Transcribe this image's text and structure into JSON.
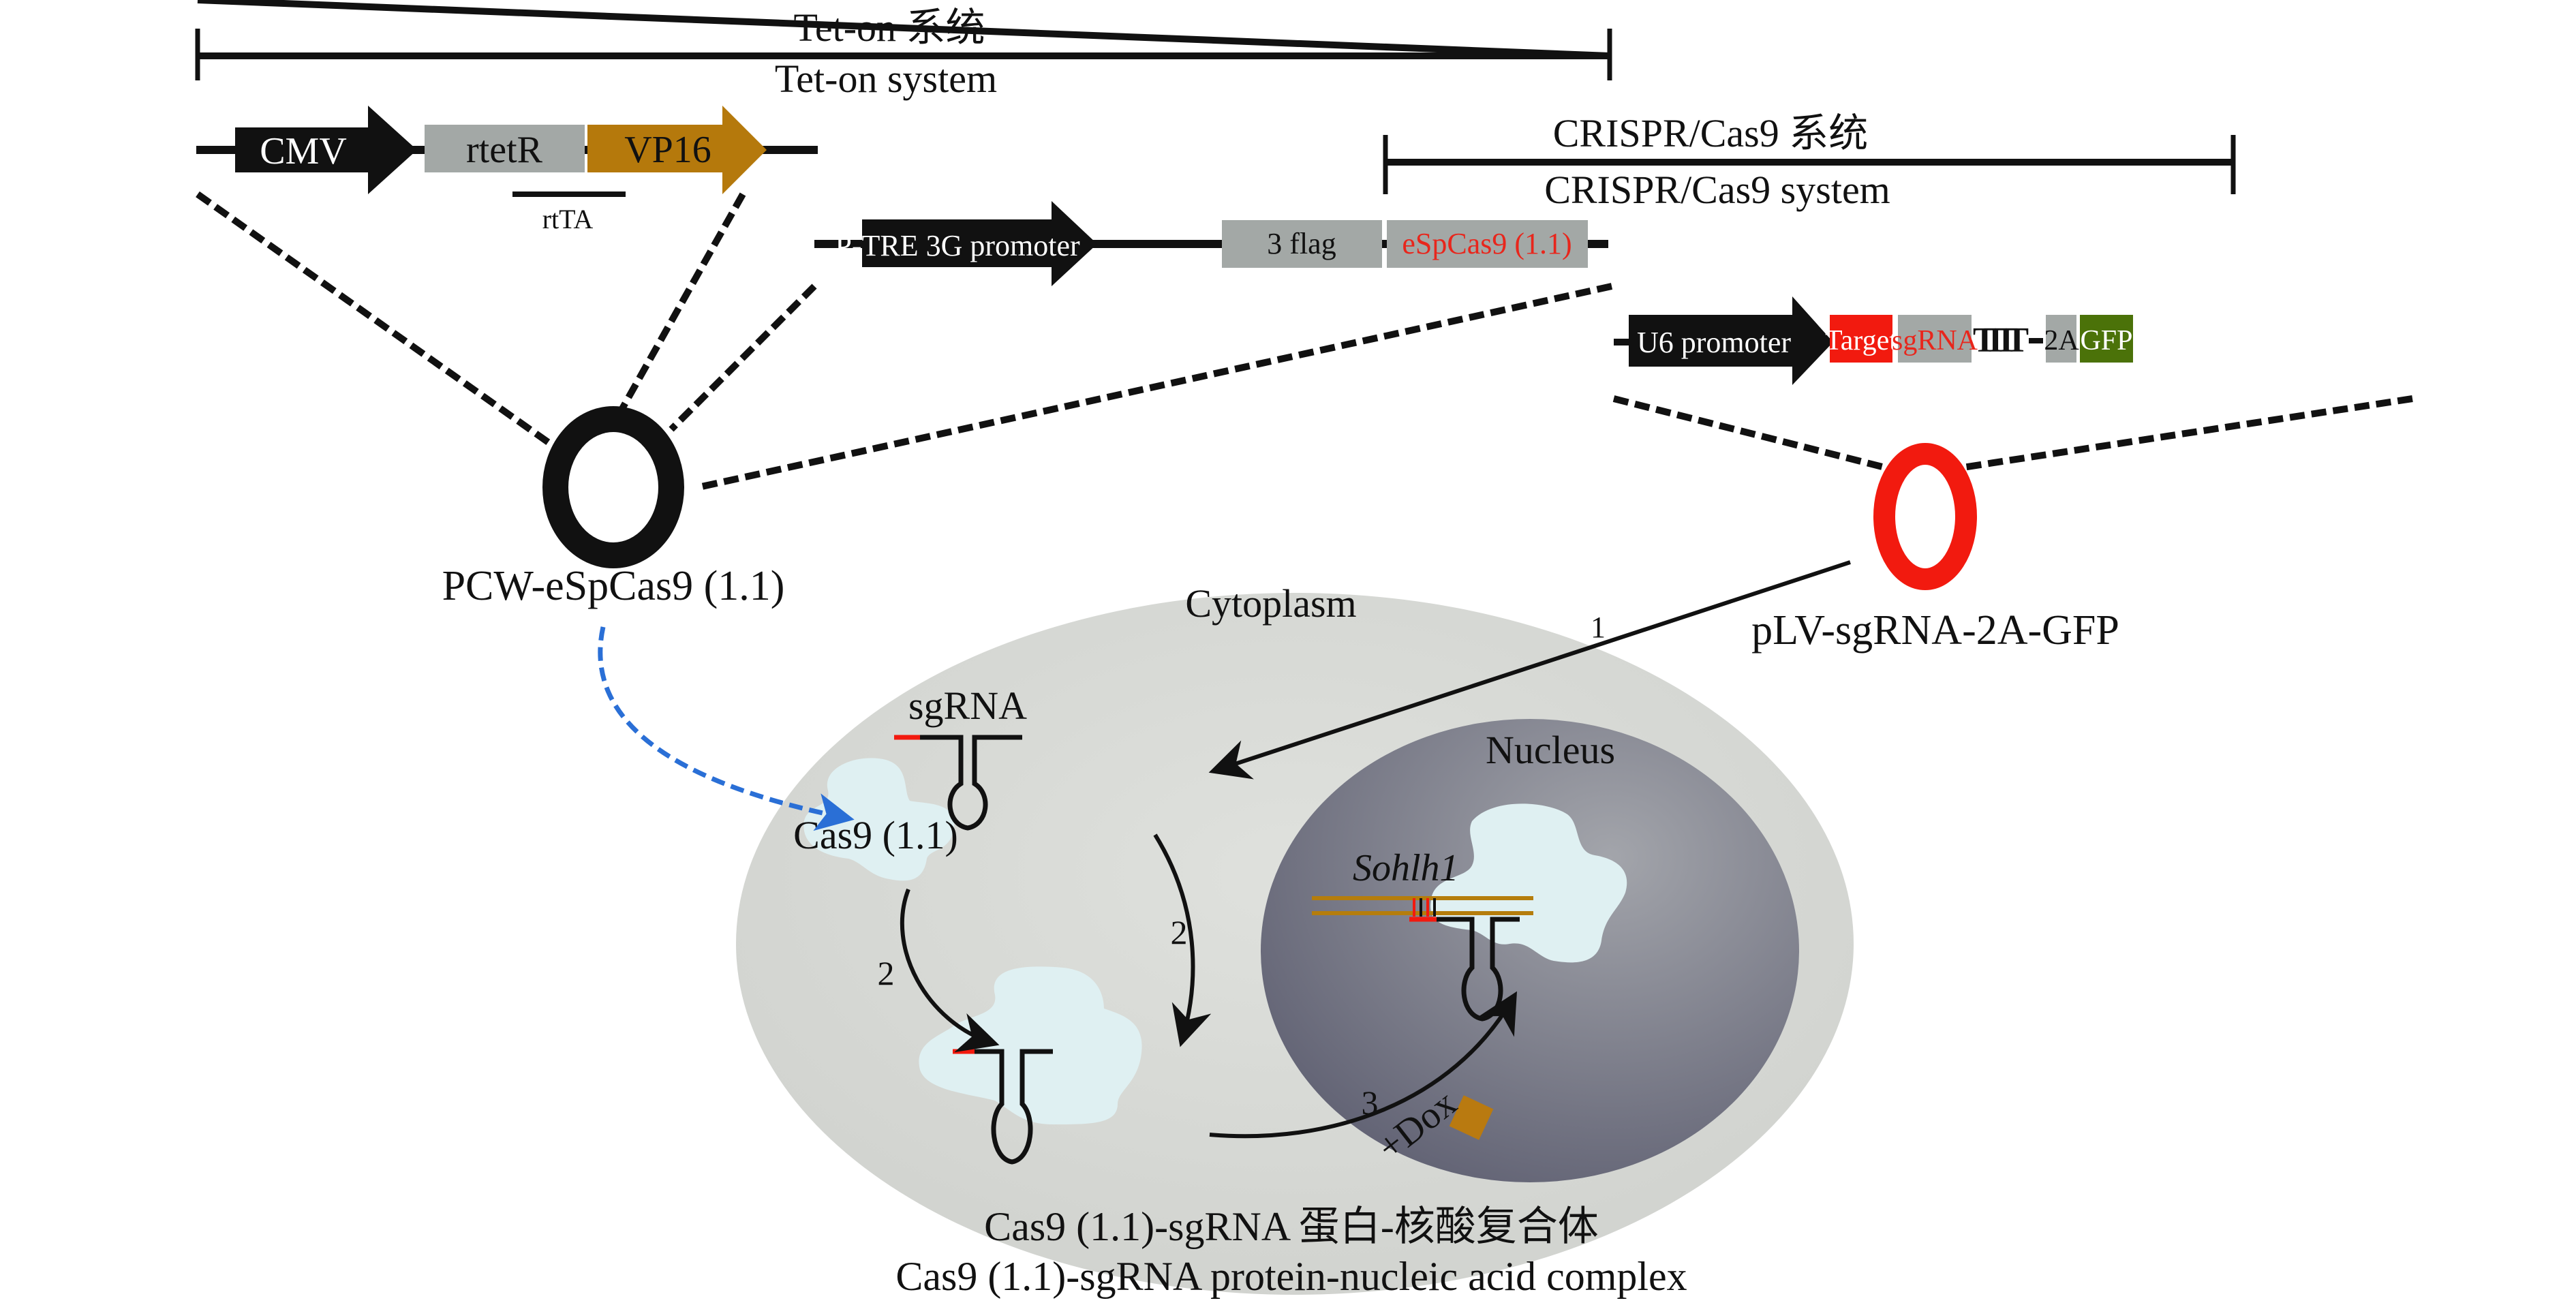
{
  "colors": {
    "black": "#111111",
    "grey_box": "#a3a8a6",
    "vp16": "#b5790c",
    "red": "#f21a0f",
    "gfp": "#4b7209",
    "cytoplasm": "#d8dad6",
    "nucleus": "#6f7080",
    "protein": "#dff0f2",
    "dox": "#b97a10",
    "blue_arrow": "#2a6fd6",
    "dna": "#b57d0c"
  },
  "tet_on": {
    "title_zh": "Tet-on 系统",
    "title_en": "Tet-on system",
    "cassette": {
      "promoter": "CMV",
      "rtetr": "rtetR",
      "vp16": "VP16",
      "rtta": "rtTA"
    }
  },
  "crispr": {
    "title_zh": "CRISPR/Cas9 系统",
    "title_en": "CRISPR/Cas9 system",
    "cas9_cassette": {
      "promoter": "P-TRE 3G promoter",
      "flag": "3 flag",
      "cas9": "eSpCas9 (1.1)"
    },
    "sgrna_cassette": {
      "promoter": "U6 promoter",
      "target": "Target",
      "sgrna": "sgRNA",
      "terminator": "TTTT",
      "p2a": "2A",
      "gfp": "GFP"
    }
  },
  "plasmids": {
    "left": "PCW-eSpCas9 (1.1)",
    "right": "pLV-sgRNA-2A-GFP"
  },
  "cell": {
    "cytoplasm": "Cytoplasm",
    "nucleus": "Nucleus",
    "sgrna_label": "sgRNA",
    "cas9_label": "Cas9 (1.1)",
    "gene": "Sohlh1",
    "step1": "1",
    "step2a": "2",
    "step2b": "2",
    "step3": "3",
    "dox": "+Dox"
  },
  "caption": {
    "zh": "Cas9 (1.1)-sgRNA 蛋白-核酸复合体",
    "en": "Cas9 (1.1)-sgRNA protein-nucleic acid complex"
  }
}
